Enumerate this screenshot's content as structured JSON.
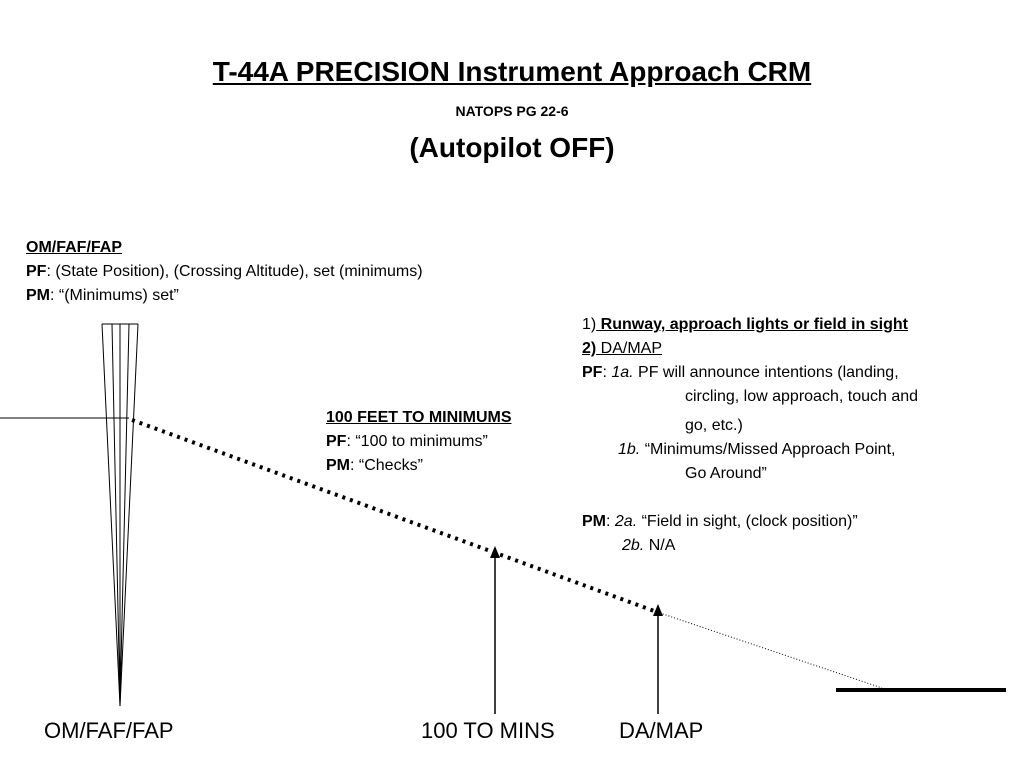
{
  "header": {
    "title": "T-44A PRECISION Instrument Approach CRM",
    "subtitle": "NATOPS PG 22-6",
    "mode": "(Autopilot OFF)"
  },
  "faf_block": {
    "heading": "OM/FAF/FAP",
    "pf_label": "PF",
    "pf_text": ": (State Position), (Crossing Altitude), set (minimums)",
    "pm_label": "PM",
    "pm_text": ": “(Minimums) set”"
  },
  "mins_block": {
    "heading": "100 FEET TO MINIMUMS",
    "pf_label": "PF",
    "pf_text": ": “100 to minimums”",
    "pm_label": "PM",
    "pm_text": ": “Checks”"
  },
  "da_block": {
    "item1_num": "1)",
    "item1_text": " Runway, approach lights or field in sight",
    "item2_num": "2)",
    "item2_text": " DA/MAP",
    "pf_label": "PF",
    "pf_sep": ": ",
    "pf_1a_tag": "1a.",
    "pf_1a_line1": " PF will announce intentions (landing,",
    "pf_1a_line2": "circling, low approach, touch and",
    "pf_1a_line3": "go, etc.)",
    "pf_1b_tag": "1b.",
    "pf_1b_line1": " “Minimums/Missed Approach Point,",
    "pf_1b_line2": "Go Around”",
    "pm_label": "PM",
    "pm_sep": ": ",
    "pm_2a_tag": "2a.",
    "pm_2a_text": " “Field in sight, (clock position)”",
    "pm_2b_tag": "2b.",
    "pm_2b_text": " N/A"
  },
  "bottom_labels": {
    "faf": "OM/FAF/FAP",
    "mins": "100 TO MINS",
    "da": "DA/MAP"
  }
}
